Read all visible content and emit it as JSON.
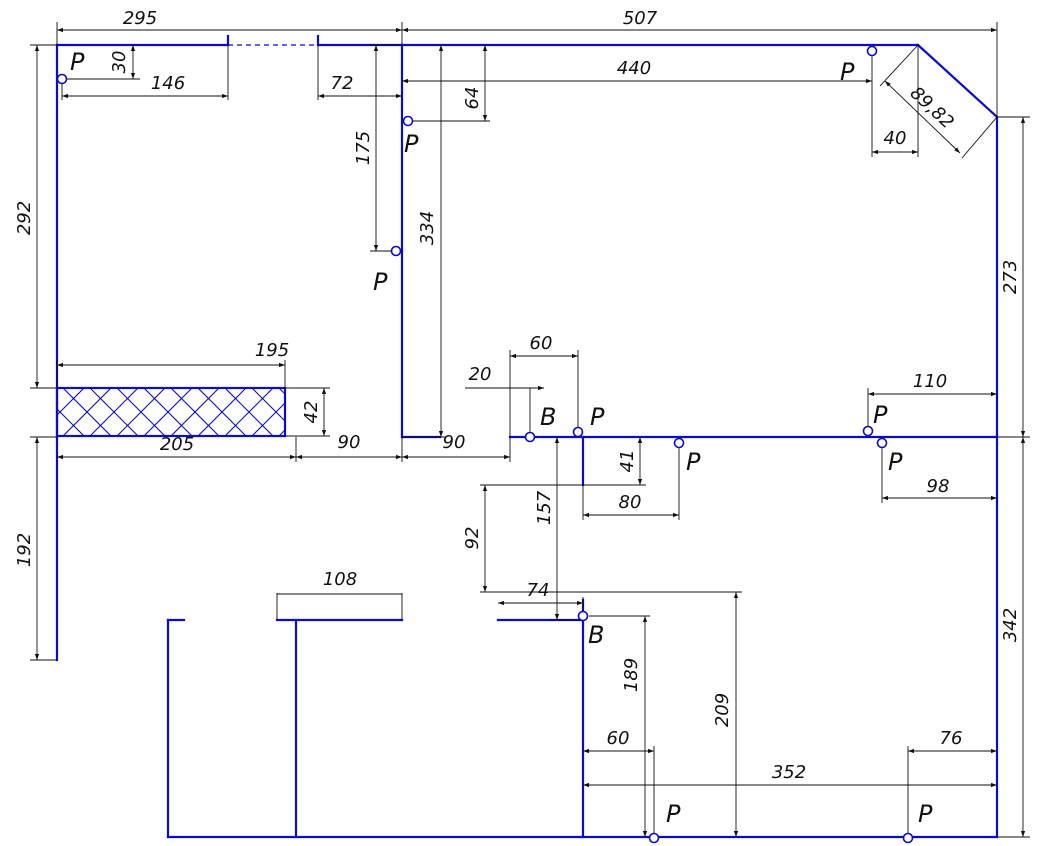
{
  "wall_color": "#0b0bc8",
  "dimension_color": "#111111",
  "dimensions": {
    "top_left_width": "295",
    "top_right_width": "507",
    "left_upper_height": "292",
    "left_lower_height": "192",
    "p_offset_30": "30",
    "wall_146": "146",
    "wall_72": "72",
    "height_175": "175",
    "height_334": "334",
    "depth_64": "64",
    "width_440": "440",
    "diagonal": "89,82",
    "bevel_40": "40",
    "right_upper_height": "273",
    "right_lower_height": "342",
    "width_195": "195",
    "width_205": "205",
    "height_42": "42",
    "gap_90_left": "90",
    "gap_90_right": "90",
    "offset_20": "20",
    "width_60_top": "60",
    "width_110": "110",
    "width_98": "98",
    "height_41": "41",
    "width_80": "80",
    "height_157": "157",
    "height_92": "92",
    "width_74": "74",
    "width_108": "108",
    "height_189": "189",
    "height_209": "209",
    "width_60_bottom": "60",
    "width_352": "352",
    "width_76": "76"
  },
  "labels": {
    "p": "P",
    "b": "B"
  }
}
